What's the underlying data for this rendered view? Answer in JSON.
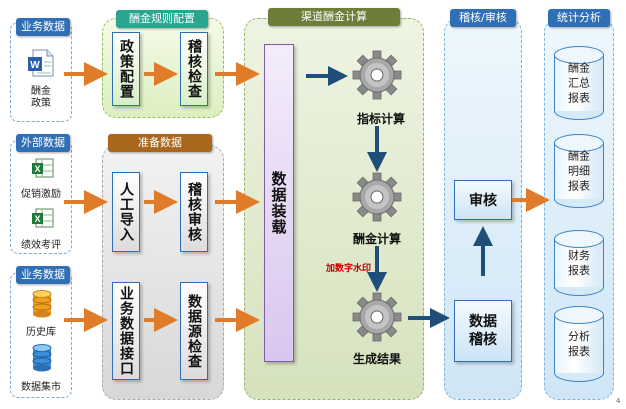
{
  "sources": {
    "business_data_1": {
      "title": "业务数据",
      "items": [
        {
          "icon": "word-doc-icon",
          "label": "酬金\n政策"
        }
      ]
    },
    "external_data": {
      "title": "外部数据",
      "items": [
        {
          "icon": "excel-icon",
          "label": "促销激励"
        },
        {
          "icon": "excel-icon",
          "label": "绩效考评"
        }
      ]
    },
    "business_data_2": {
      "title": "业务数据",
      "items": [
        {
          "icon": "database-gold-icon",
          "label": "历史库"
        },
        {
          "icon": "database-blue-icon",
          "label": "数据集市"
        }
      ]
    }
  },
  "rule_config": {
    "title": "酬金规则配置",
    "boxes": [
      "政策配置",
      "稽核检查"
    ]
  },
  "preparation": {
    "title": "准备数据",
    "boxes": [
      "人工导入",
      "稽核审核",
      "业务数据接口",
      "数据源检查"
    ]
  },
  "calculation": {
    "title": "渠道酬金计算",
    "load_box": "数据装载",
    "steps": [
      "指标计算",
      "酬金计算",
      "生成结果"
    ],
    "watermark_note": "加数字水印"
  },
  "audit": {
    "title": "稽核/审核",
    "boxes": [
      "审核",
      "数据稽核"
    ]
  },
  "analysis": {
    "title": "统计分析",
    "items": [
      "酬金汇总报表",
      "酬金明细报表",
      "财务报表",
      "分析报表"
    ]
  },
  "page_number": "4",
  "colors": {
    "arrow_orange": "#e07b2a",
    "arrow_navy": "#1f4e79",
    "accent_blue": "#2f6fb5",
    "note_red": "#c00000"
  }
}
